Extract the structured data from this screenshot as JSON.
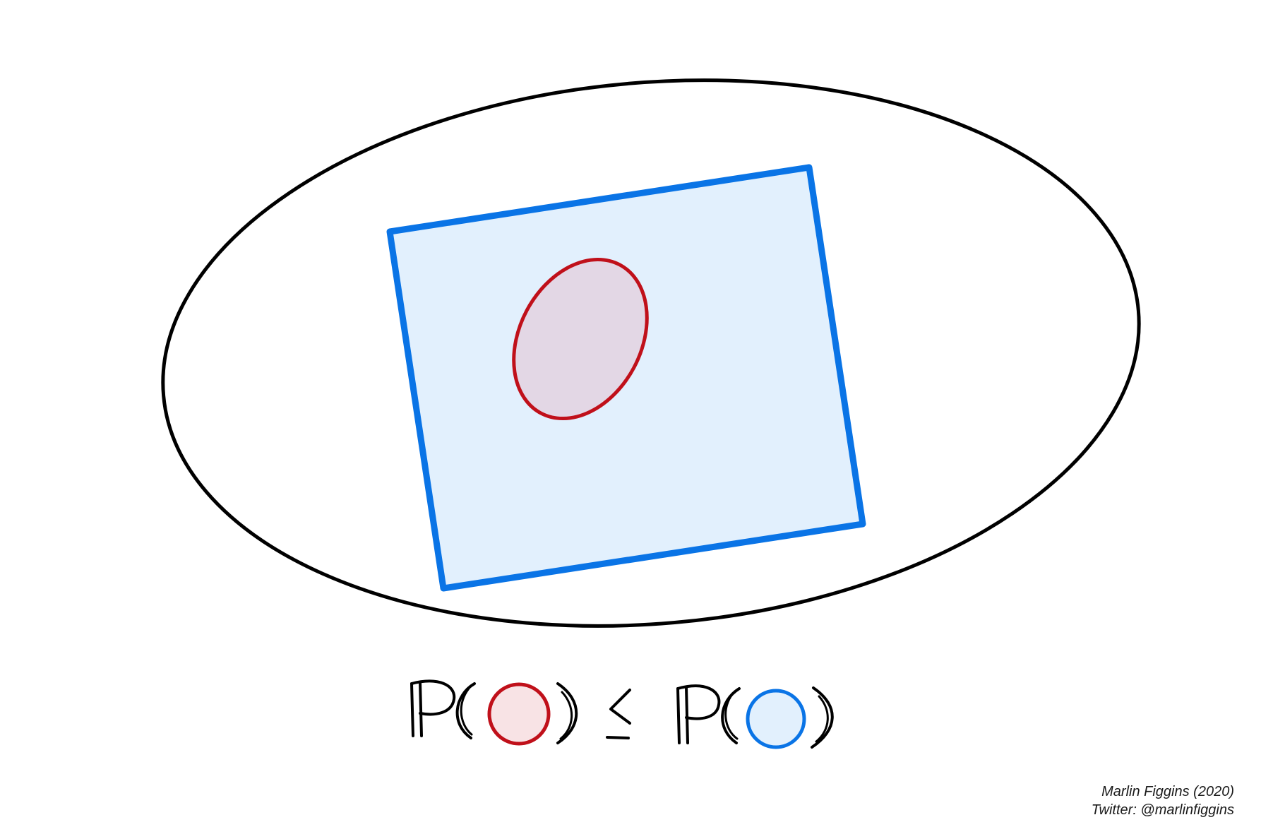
{
  "diagram": {
    "description_free": true,
    "colors": {
      "background": "#ffffff",
      "outline": "#000000",
      "blue_stroke": "#0a74e6",
      "blue_fill": "#e2f0fd",
      "red_stroke": "#c0101a",
      "red_fill": "#e3d7e5",
      "red_token_fill": "#f8e3e5",
      "blue_token_fill": "#e2f0fd"
    },
    "icons": {
      "probability_symbol": "blackboard-bold-P",
      "relation": "less-than-or-equal",
      "red_token": "red-circle",
      "blue_token": "blue-circle"
    }
  },
  "credit": {
    "line1": "Marlin Figgins (2020)",
    "line2": "Twitter: @marlinfiggins"
  }
}
